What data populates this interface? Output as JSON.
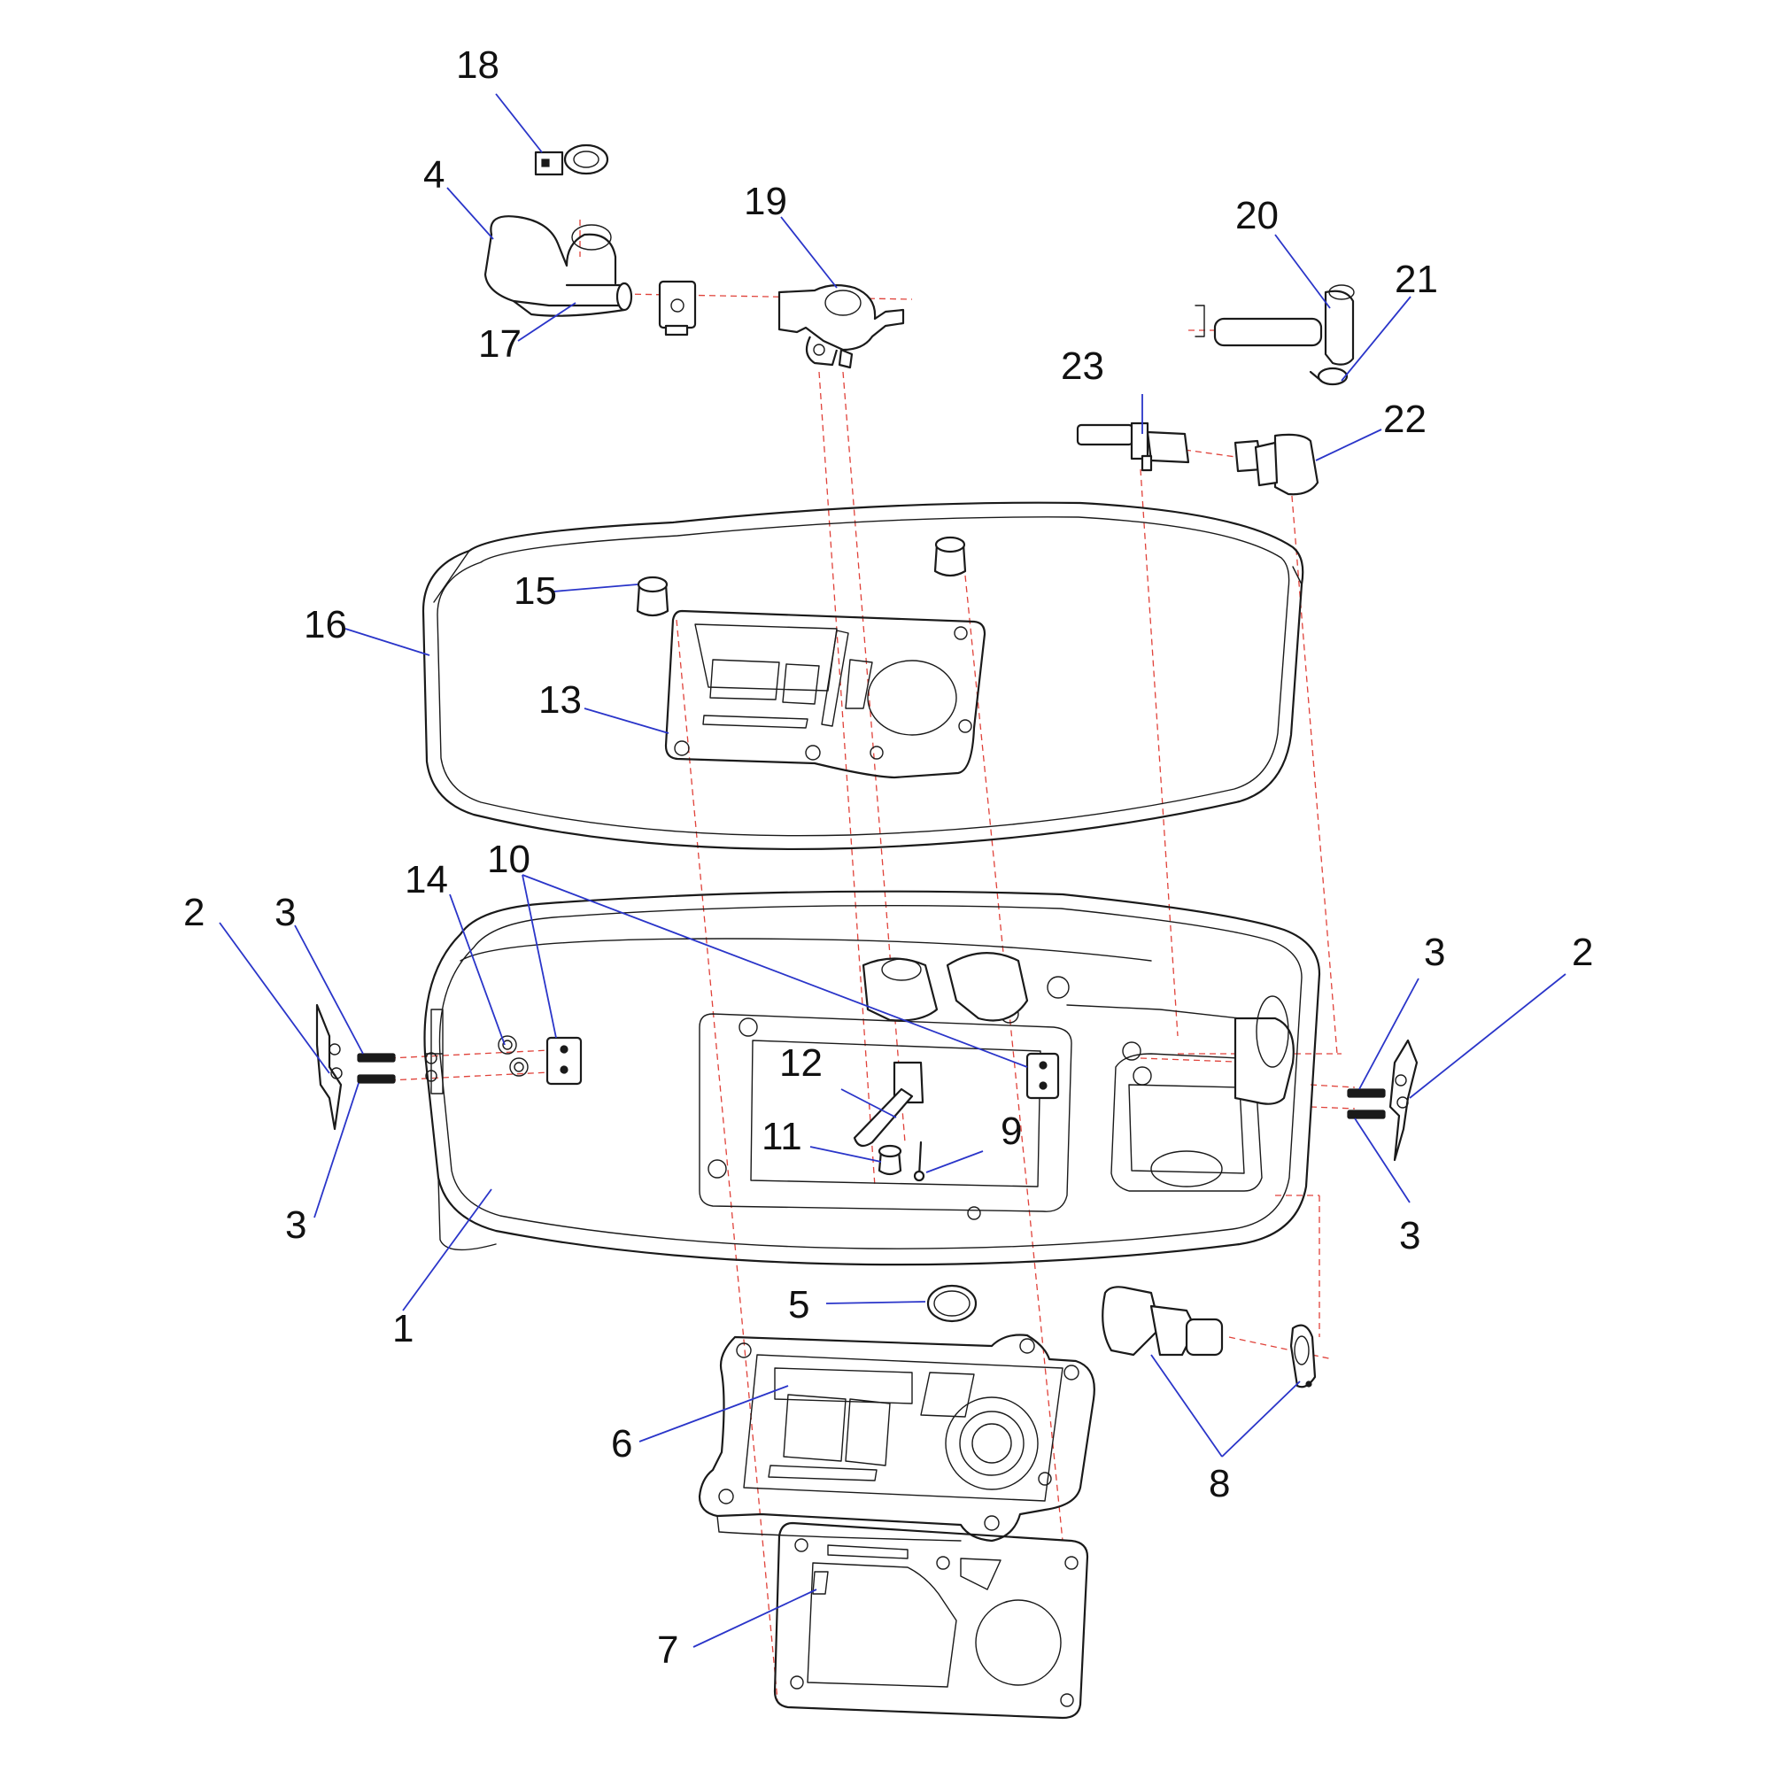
{
  "diagram": {
    "type": "exploded-parts-view",
    "colors": {
      "outline": "#1a1a1a",
      "leader_line": "#2a35c9",
      "assembly_axis": "#e0423a",
      "background": "#ffffff"
    },
    "callouts": [
      {
        "id": "c1",
        "label": "1"
      },
      {
        "id": "c2a",
        "label": "2"
      },
      {
        "id": "c2b",
        "label": "2"
      },
      {
        "id": "c3a",
        "label": "3"
      },
      {
        "id": "c3b",
        "label": "3"
      },
      {
        "id": "c3c",
        "label": "3"
      },
      {
        "id": "c3d",
        "label": "3"
      },
      {
        "id": "c4",
        "label": "4"
      },
      {
        "id": "c5",
        "label": "5"
      },
      {
        "id": "c6",
        "label": "6"
      },
      {
        "id": "c7",
        "label": "7"
      },
      {
        "id": "c8",
        "label": "8"
      },
      {
        "id": "c9",
        "label": "9"
      },
      {
        "id": "c10",
        "label": "10"
      },
      {
        "id": "c11",
        "label": "11"
      },
      {
        "id": "c12",
        "label": "12"
      },
      {
        "id": "c13",
        "label": "13"
      },
      {
        "id": "c14",
        "label": "14"
      },
      {
        "id": "c15",
        "label": "15"
      },
      {
        "id": "c16",
        "label": "16"
      },
      {
        "id": "c17",
        "label": "17"
      },
      {
        "id": "c18",
        "label": "18"
      },
      {
        "id": "c19",
        "label": "19"
      },
      {
        "id": "c20",
        "label": "20"
      },
      {
        "id": "c21",
        "label": "21"
      },
      {
        "id": "c22",
        "label": "22"
      },
      {
        "id": "c23",
        "label": "23"
      }
    ]
  }
}
